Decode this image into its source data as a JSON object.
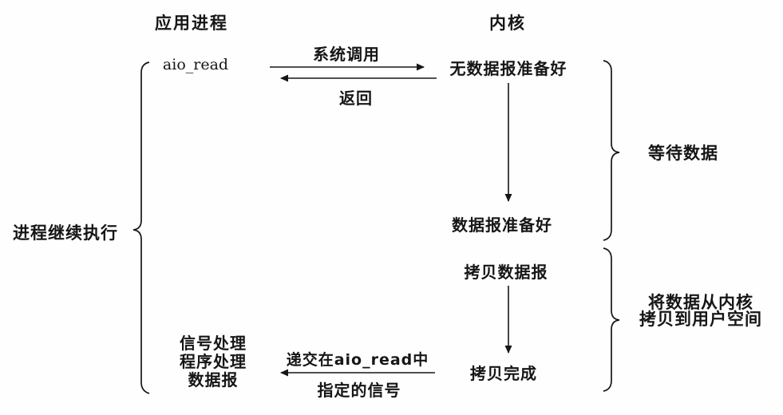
{
  "diagram": {
    "headers": {
      "left": "应用进程",
      "right": "内核"
    },
    "app_column": {
      "aio_read": "aio_read",
      "signal_handler_line1": "信号处理",
      "signal_handler_line2": "程序处理",
      "signal_handler_line3": "数据报"
    },
    "kernel_column": {
      "no_datagram_ready": "无数据报准备好",
      "datagram_ready": "数据报准备好",
      "copy_datagram": "拷贝数据报",
      "copy_complete": "拷贝完成"
    },
    "arrow_labels": {
      "system_call": "系统调用",
      "return": "返回",
      "signal_line1": "递交在aio_read中",
      "signal_line2": "指定的信号"
    },
    "brace_labels": {
      "process_continues": "进程继续执行",
      "wait_for_data": "等待数据",
      "copy_line1": "将数据从内核",
      "copy_line2": "拷贝到用户空间"
    },
    "colors": {
      "ink": "#161616",
      "background": "#fefefe"
    }
  }
}
